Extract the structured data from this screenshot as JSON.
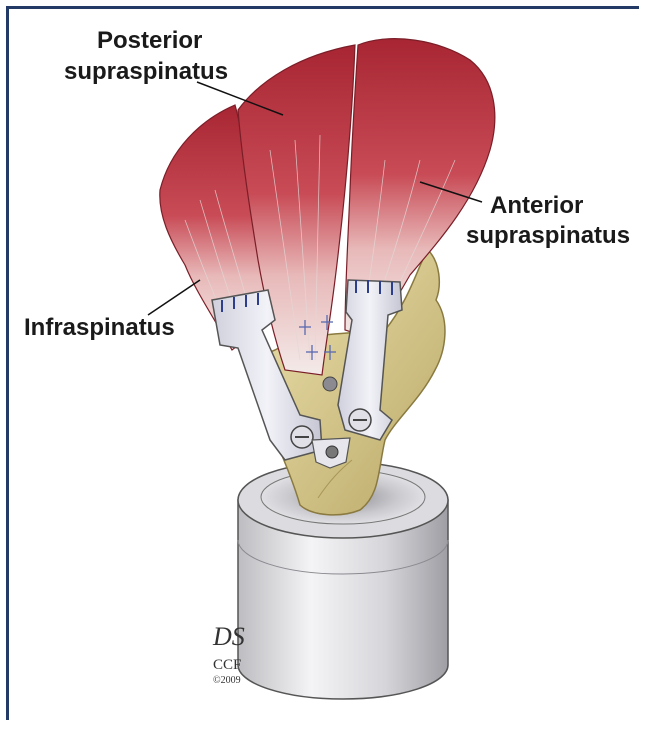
{
  "labels": {
    "posterior_line1": "Posterior",
    "posterior_line2": "supraspinatus",
    "anterior_line1": "Anterior",
    "anterior_line2": "supraspinatus",
    "infraspinatus": "Infraspinatus"
  },
  "signature": {
    "initials": "DS",
    "org": "CCF",
    "year": "©2009"
  },
  "colors": {
    "frame": "#243a66",
    "muscle": "#b8323f",
    "tendon": "#f1e6e4",
    "bone": "#d9cc8e",
    "clamp": "#e7e7ee",
    "cylinder": "#c9c9cc"
  }
}
